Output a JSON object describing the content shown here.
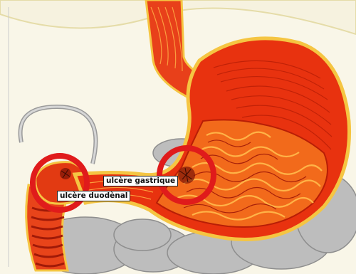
{
  "labels": {
    "gastric_ulcer": "ulcère gastrique",
    "duodenal_ulcer": "ulcère duodènal"
  },
  "colors": {
    "background": "#f9f6e8",
    "stomach_outer": "#e8320f",
    "stomach_inner": "#f26a1b",
    "fold_highlight": "#ffb347",
    "fat_border": "#f5c542",
    "ulcer_ring": "#e01b1b",
    "organ_gray": "#b5b5b5"
  },
  "icons": {
    "gastric_marker": "red-ring",
    "duodenal_marker": "red-ring"
  }
}
